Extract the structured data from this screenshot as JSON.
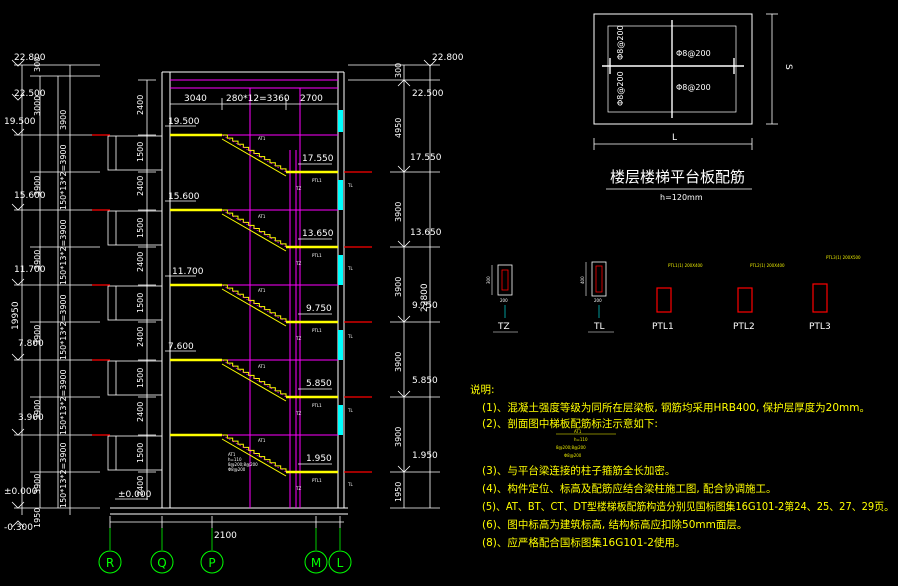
{
  "left_dims": {
    "top_levels": [
      "22.800",
      "22.500",
      "19.500"
    ],
    "col1_segments": [
      "300",
      "3000",
      "3900",
      "3900",
      "3900",
      "3900",
      "3900",
      "1950"
    ],
    "col2_segments": [
      "3900",
      "150*13*2=3900",
      "150*13*2=3900",
      "150*13*2=3900",
      "150*13*2=3900",
      "150*13*2=3900"
    ],
    "total": "19950",
    "levels": [
      "15.600",
      "11.700",
      "7.800",
      "3.900",
      "±0.000",
      "-0.300"
    ]
  },
  "inner_levels": [
    "19.500",
    "15.600",
    "11.700",
    "7.600",
    "±0.000"
  ],
  "landing_levels": [
    "17.550",
    "13.650",
    "9.750",
    "5.850",
    "1.950"
  ],
  "top_dims": [
    "3040",
    "280*12=3360",
    "2700"
  ],
  "inner_col_dims": [
    "2400",
    "1500",
    "2400",
    "1500",
    "2400",
    "1500",
    "2400",
    "1500",
    "2400",
    "1500",
    "2400"
  ],
  "right_dims": {
    "top_levels": [
      "22.800",
      "22.500"
    ],
    "segments": [
      "300",
      "4950",
      "3900",
      "3900",
      "3900",
      "3900",
      "1950"
    ],
    "total": "22800",
    "levels": [
      "17.550",
      "13.650",
      "9.750",
      "5.850",
      "1.950"
    ]
  },
  "stair_tags": {
    "at": "AT1",
    "tz": "TZ",
    "ptl": "PTL1",
    "tl": "TL"
  },
  "bottom_dim": "2100",
  "axes": [
    "R",
    "Q",
    "P",
    "M",
    "L"
  ],
  "slab_detail": {
    "rebar_v1": "Φ8@200",
    "rebar_v2": "Φ8@200",
    "rebar_h1": "Φ8@200",
    "rebar_h2": "Φ8@200",
    "dim_l": "L",
    "dim_s": "S",
    "title": "楼层楼梯平台板配筋",
    "subtitle": "h=120mm"
  },
  "sections": [
    {
      "label": "TZ",
      "dim": "300",
      "bottom": "200"
    },
    {
      "label": "TL",
      "dim": "400",
      "bottom": "200"
    },
    {
      "label": "PTL1",
      "note": "PTL1(1) 200X400"
    },
    {
      "label": "PTL2",
      "note": "PTL2(1) 200X400"
    },
    {
      "label": "PTL3",
      "note": "PTL3(1) 200X500"
    }
  ],
  "notes": {
    "title": "说明:",
    "items": [
      "(1)、混凝土强度等级为同所在层梁板, 钢筋均采用HRB400, 保护层厚度为20mm。",
      "(2)、剖面图中梯板配筋标注示意如下:",
      "(3)、与平台梁连接的柱子箍筋全长加密。",
      "(4)、构件定位、标高及配筋应结合梁柱施工图, 配合协调施工。",
      "(5)、AT、BT、CT、DT型楼梯板配筋构造分别见国标图集16G101-2第24、25、27、29页。",
      "(6)、图中标高为建筑标高, 结构标高应扣除50mm面层。",
      "(8)、应严格配合国标图集16G101-2使用。"
    ],
    "legend": {
      "l1": "AT1",
      "l2": "h=110",
      "l3": "8@200;8@200",
      "l4": "Φ8@200"
    }
  },
  "colors": {
    "wall": "#ffffff",
    "beam": "#ff00ff",
    "dim": "#ffffff",
    "level": "#ffffff",
    "stair": "#ffff00",
    "note": "#ffff00",
    "axis": "#00ff00",
    "cyan": "#00ffff",
    "red": "#ff0000"
  }
}
